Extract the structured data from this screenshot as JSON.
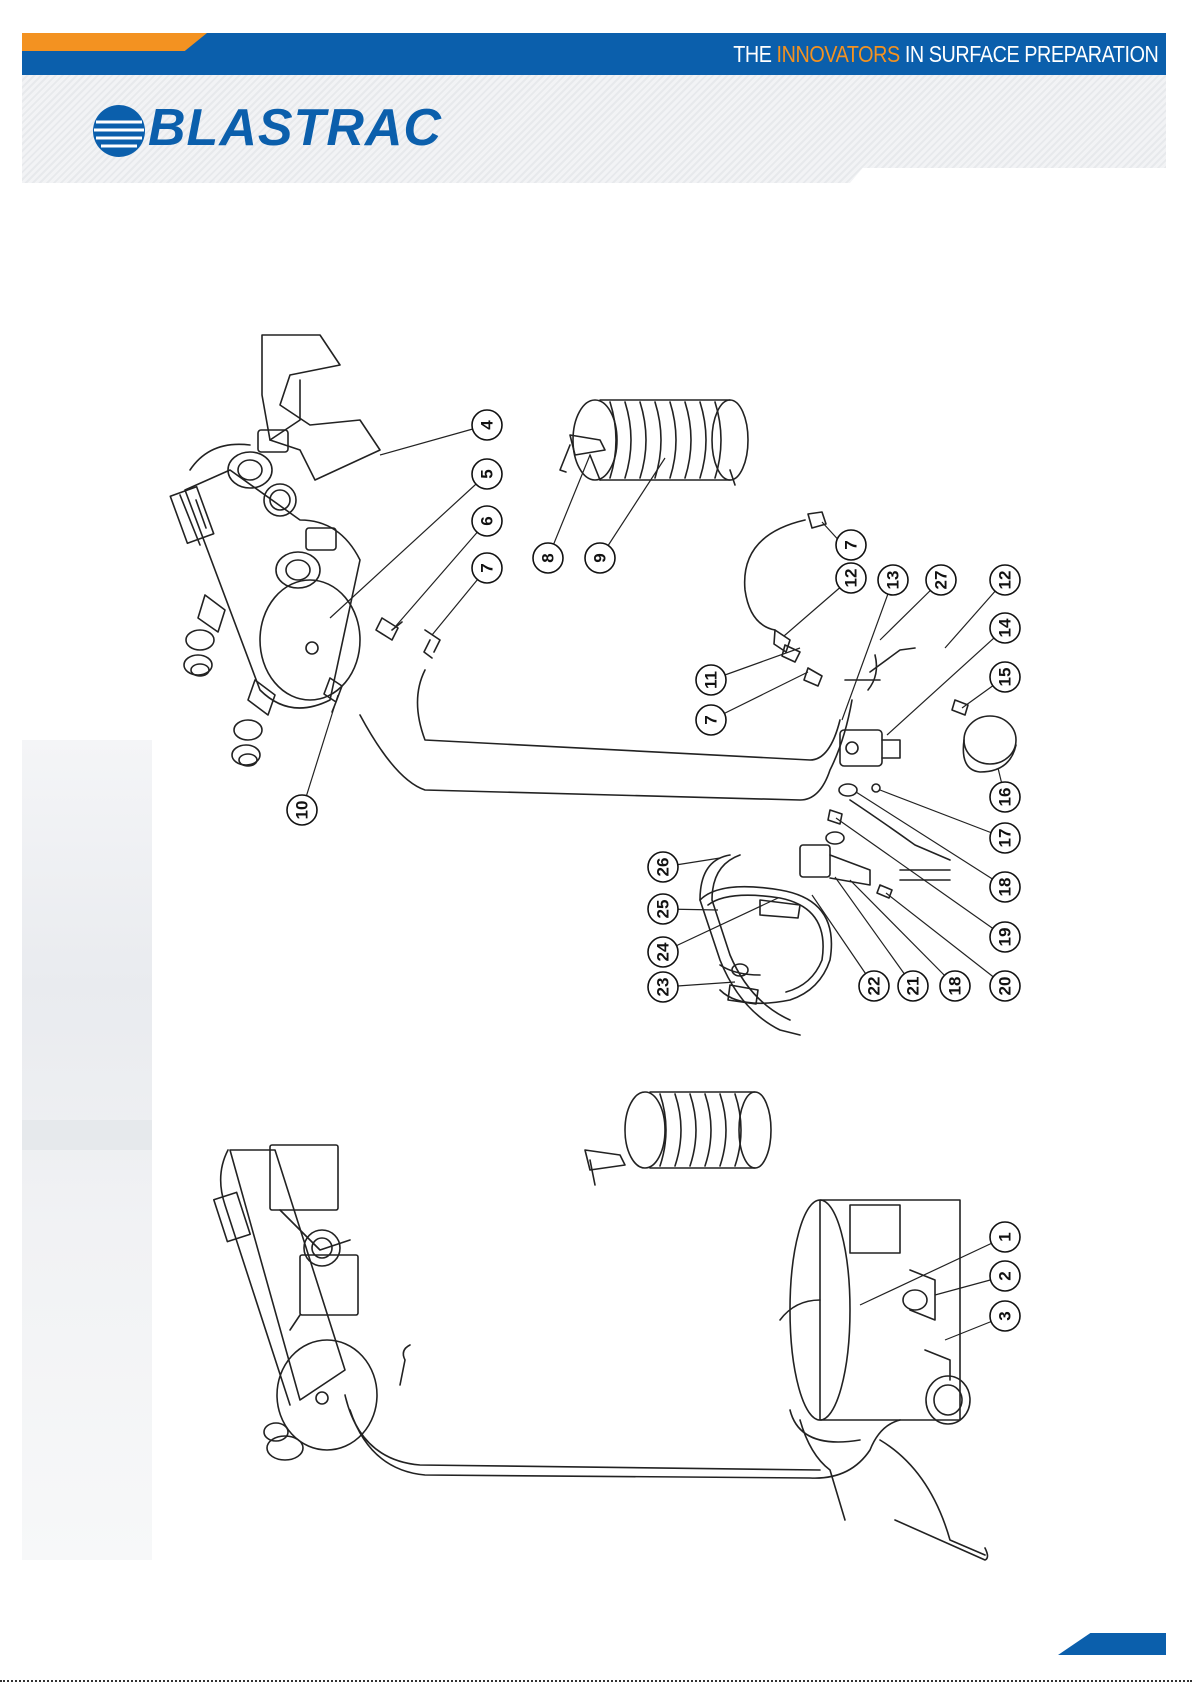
{
  "header": {
    "tagline_pre": "THE ",
    "tagline_accent": "INNOVATORS",
    "tagline_post": " IN SURFACE PREPARATION",
    "brand_color": "#0b5fac",
    "accent_color": "#f39221"
  },
  "logo": {
    "text": "BLASTRAC"
  },
  "callouts": [
    "1",
    "2",
    "3",
    "4",
    "5",
    "6",
    "7",
    "7",
    "7",
    "8",
    "9",
    "10",
    "11",
    "12",
    "12",
    "13",
    "14",
    "15",
    "16",
    "17",
    "18",
    "18",
    "19",
    "20",
    "21",
    "22",
    "23",
    "24",
    "25",
    "26",
    "27"
  ]
}
